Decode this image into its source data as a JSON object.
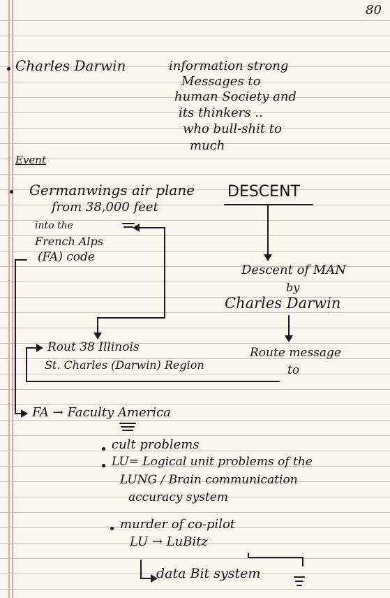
{
  "page_number": "80",
  "lines": {
    "darwin_name": "Charles Darwin",
    "info_1": "information strong",
    "info_2": "Messages to",
    "info_3": "human Society and",
    "info_4": "its thinkers ..",
    "info_5": "who bull-shit to",
    "info_6": "much",
    "event_heading": "Event",
    "gw_1": "Germanwings air plane",
    "gw_2": "from 38,000 feet",
    "gw_3": "into the",
    "gw_4": "French Alps",
    "gw_5": "(FA) code",
    "descent": "DESCENT",
    "descent_man": "Descent of MAN",
    "by": "by",
    "charles_darwin": "Charles Darwin",
    "rout_1": "Rout 38 Illinois",
    "rout_2": "St. Charles (Darwin) Region",
    "route_msg_1": "Route message",
    "route_msg_2": "to",
    "fa_line": "FA → Faculty America",
    "cult": "cult problems",
    "lu_1": "LU= Logical unit problems of the",
    "lu_2": "LUNG / Brain communication",
    "lu_3": "accuracy system",
    "murder": "murder of co-pilot",
    "lubitz": "LU → LuBitz",
    "data_bit": "data Bit system"
  }
}
